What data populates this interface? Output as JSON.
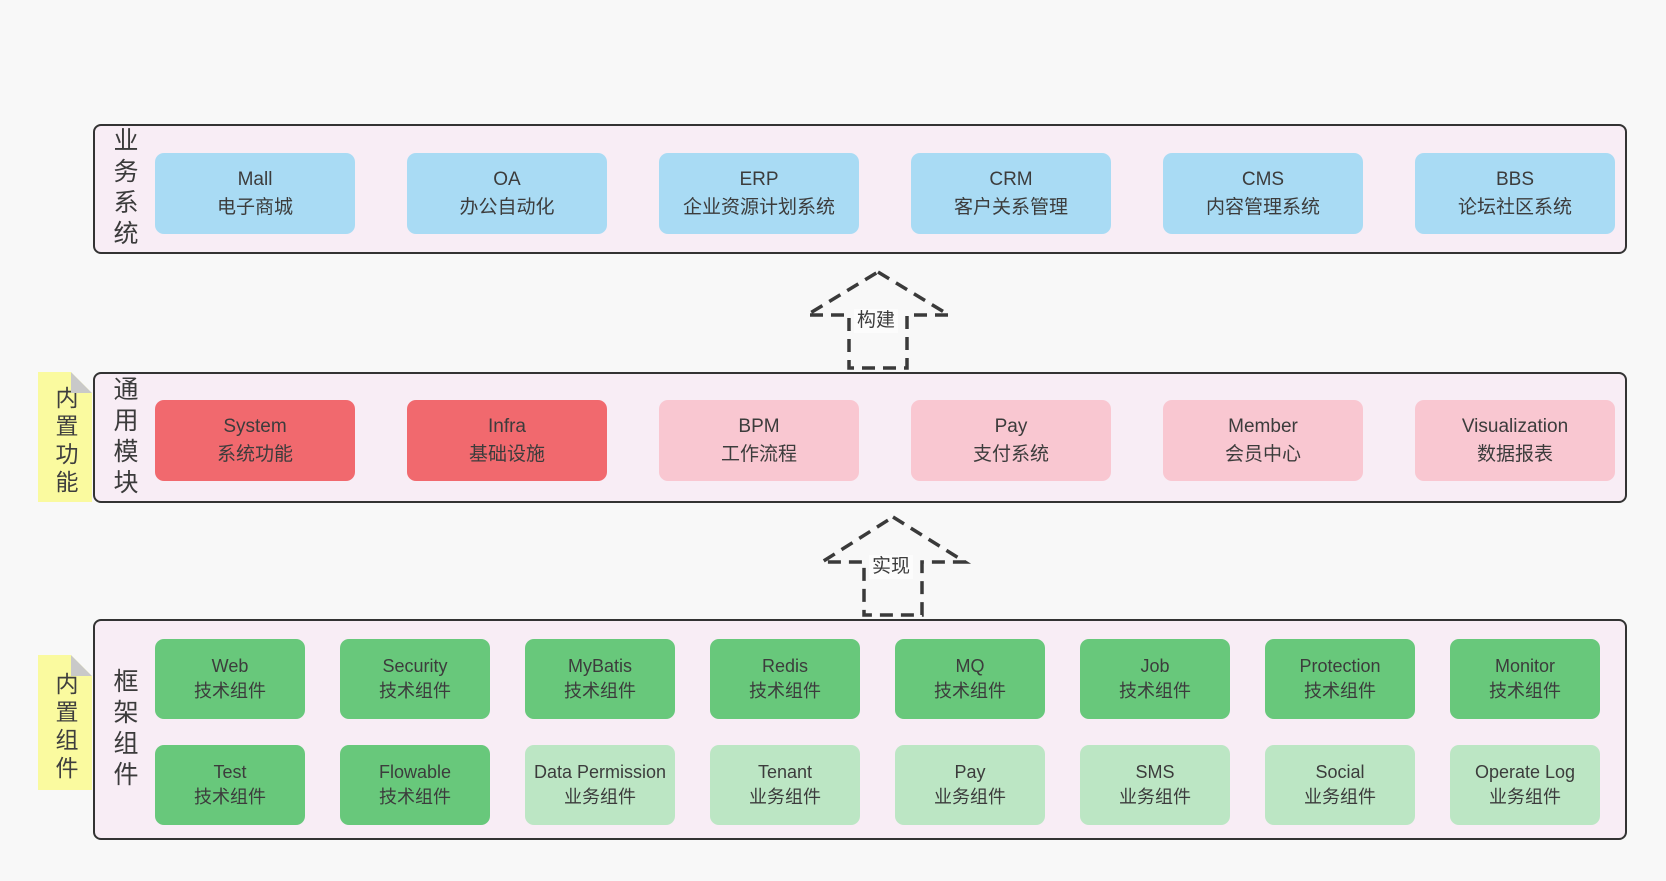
{
  "colors": {
    "page_background": "#f8f8f8",
    "layer_background": "#f8edf5",
    "layer_border": "#333333",
    "blue_box": "#a9dbf4",
    "red_box": "#f1696e",
    "pink_box": "#f9c7d1",
    "green_box": "#68c87b",
    "light_green_box": "#bce6c4",
    "sticky_note": "#fafa9f",
    "sticky_fold": "#c9c9c9",
    "text": "#3c3c3c"
  },
  "arrows": [
    {
      "label": "构建"
    },
    {
      "label": "实现"
    }
  ],
  "layers": {
    "business": {
      "label": "业务系统",
      "boxes": [
        {
          "name": "Mall",
          "subtitle": "电子商城"
        },
        {
          "name": "OA",
          "subtitle": "办公自动化"
        },
        {
          "name": "ERP",
          "subtitle": "企业资源计划系统"
        },
        {
          "name": "CRM",
          "subtitle": "客户关系管理"
        },
        {
          "name": "CMS",
          "subtitle": "内容管理系统"
        },
        {
          "name": "BBS",
          "subtitle": "论坛社区系统"
        }
      ]
    },
    "modules": {
      "label": "通用模块",
      "note": "内置功能",
      "boxes": [
        {
          "name": "System",
          "subtitle": "系统功能"
        },
        {
          "name": "Infra",
          "subtitle": "基础设施"
        },
        {
          "name": "BPM",
          "subtitle": "工作流程"
        },
        {
          "name": "Pay",
          "subtitle": "支付系统"
        },
        {
          "name": "Member",
          "subtitle": "会员中心"
        },
        {
          "name": "Visualization",
          "subtitle": "数据报表"
        }
      ]
    },
    "components": {
      "label": "框架组件",
      "note": "内置组件",
      "rows": [
        [
          {
            "name": "Web",
            "subtitle": "技术组件"
          },
          {
            "name": "Security",
            "subtitle": "技术组件"
          },
          {
            "name": "MyBatis",
            "subtitle": "技术组件"
          },
          {
            "name": "Redis",
            "subtitle": "技术组件"
          },
          {
            "name": "MQ",
            "subtitle": "技术组件"
          },
          {
            "name": "Job",
            "subtitle": "技术组件"
          },
          {
            "name": "Protection",
            "subtitle": "技术组件"
          },
          {
            "name": "Monitor",
            "subtitle": "技术组件"
          }
        ],
        [
          {
            "name": "Test",
            "subtitle": "技术组件"
          },
          {
            "name": "Flowable",
            "subtitle": "技术组件"
          },
          {
            "name": "Data Permission",
            "subtitle": "业务组件"
          },
          {
            "name": "Tenant",
            "subtitle": "业务组件"
          },
          {
            "name": "Pay",
            "subtitle": "业务组件"
          },
          {
            "name": "SMS",
            "subtitle": "业务组件"
          },
          {
            "name": "Social",
            "subtitle": "业务组件"
          },
          {
            "name": "Operate Log",
            "subtitle": "业务组件"
          }
        ]
      ]
    }
  }
}
